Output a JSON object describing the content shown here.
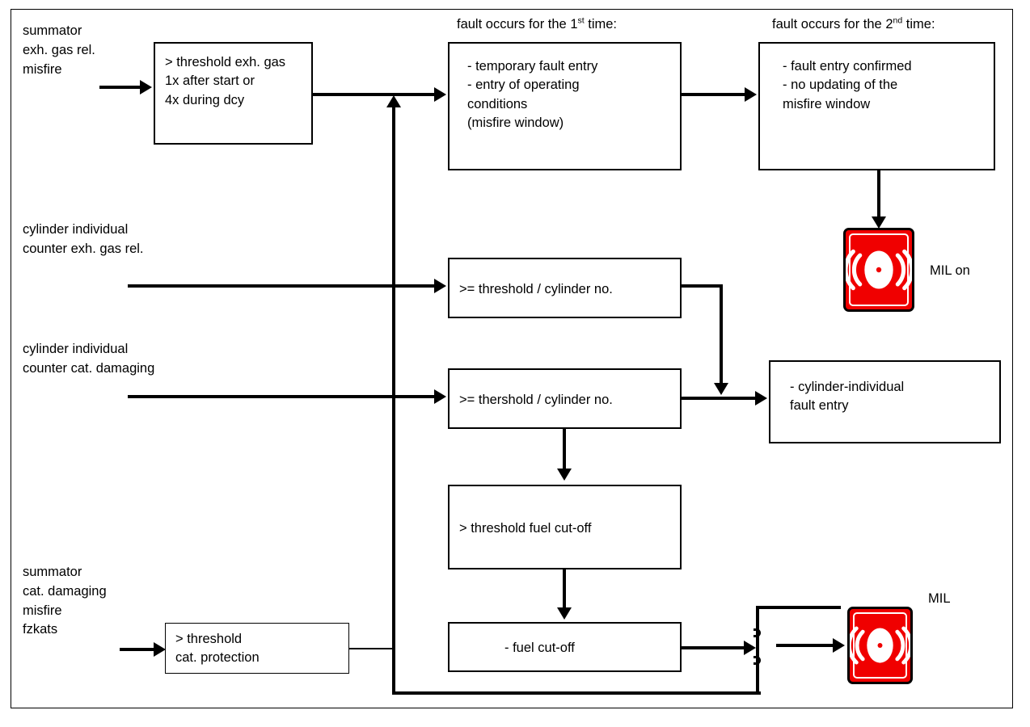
{
  "diagram": {
    "title": "Misfire detection and MIL activation flow",
    "accent_color": "#f00000",
    "line_color": "#000000",
    "background": "#ffffff"
  },
  "headers": {
    "first_time_pre": "fault occurs for the 1",
    "first_time_sup": "st",
    "first_time_post": " time:",
    "second_time_pre": "fault occurs for the 2",
    "second_time_sup": "nd",
    "second_time_post": " time:"
  },
  "inputs": {
    "exh_gas_misfire": "summator\nexh. gas rel.\nmisfire",
    "cylinder_counter_exh_gas": "cylinder individual\ncounter exh. gas rel.",
    "cylinder_counter_cat_damaging": "cylinder individual\ncounter cat. damaging",
    "summator_cat_damaging": "summator\ncat. damaging\nmisfire\nfzkats"
  },
  "boxes": {
    "threshold_exh_gas": "> threshold exh. gas\n1x after start or\n4x during dcy",
    "temporary_fault_entry": "- temporary fault entry\n- entry of operating\n  conditions\n  (misfire window)",
    "fault_entry_confirmed": "- fault entry confirmed\n- no updating of the\n  misfire window",
    "threshold_cylinder_no_1": ">= threshold / cylinder no.",
    "threshold_cylinder_no_2": ">= thershold / cylinder no.",
    "cylinder_individual_fault_entry": "- cylinder-individual\n  fault entry",
    "threshold_fuel_cut_off": "> threshold fuel cut-off",
    "fuel_cut_off": "- fuel cut-off",
    "threshold_cat_protection": "> threshold\n    cat. protection"
  },
  "indicators": {
    "mil_on_label": "MIL on",
    "mil_label": "MIL",
    "icon_name": "malfunction-indicator-lamp"
  }
}
